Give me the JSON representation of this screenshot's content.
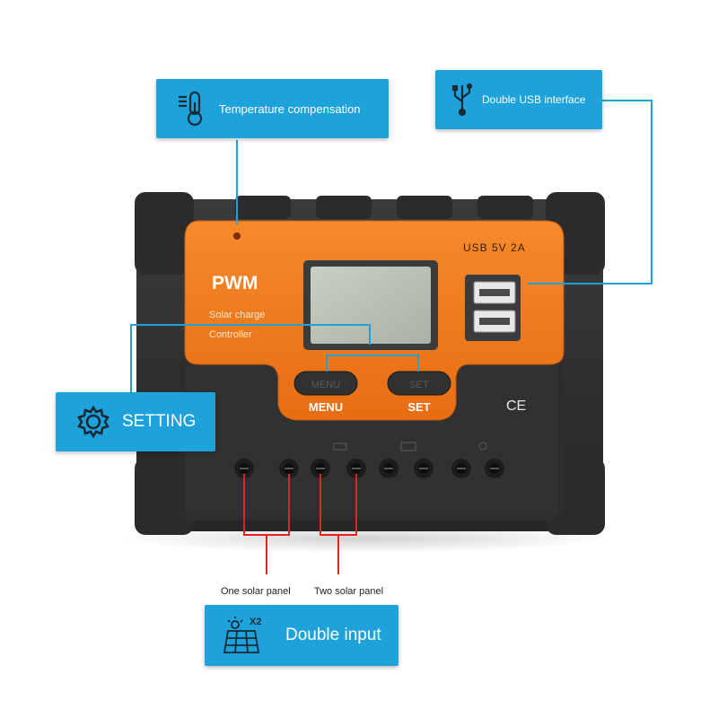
{
  "callouts": {
    "temperature": {
      "label": "Temperature compensation",
      "icon": "thermometer-icon"
    },
    "usb": {
      "label": "Double USB interface",
      "icon": "usb-icon"
    },
    "setting": {
      "label": "SETTING",
      "icon": "gear-icon"
    },
    "double_input": {
      "label": "Double input",
      "icon": "solar-panel-icon",
      "badge": "X2"
    }
  },
  "device": {
    "brand": "PWM",
    "subtitle_line1": "Solar charge",
    "subtitle_line2": "Controller",
    "usb_rating": "USB 5V 2A",
    "menu_button": "MENU",
    "set_button": "SET",
    "menu_label": "MENU",
    "set_label": "SET",
    "ce_mark": "CE"
  },
  "panel_labels": {
    "one": "One solar panel",
    "two": "Two solar panel"
  },
  "colors": {
    "accent_blue": "#1ea2dc",
    "device_orange": "#f07a1c",
    "device_body": "#2e2f31",
    "wire_red": "#e52222"
  }
}
